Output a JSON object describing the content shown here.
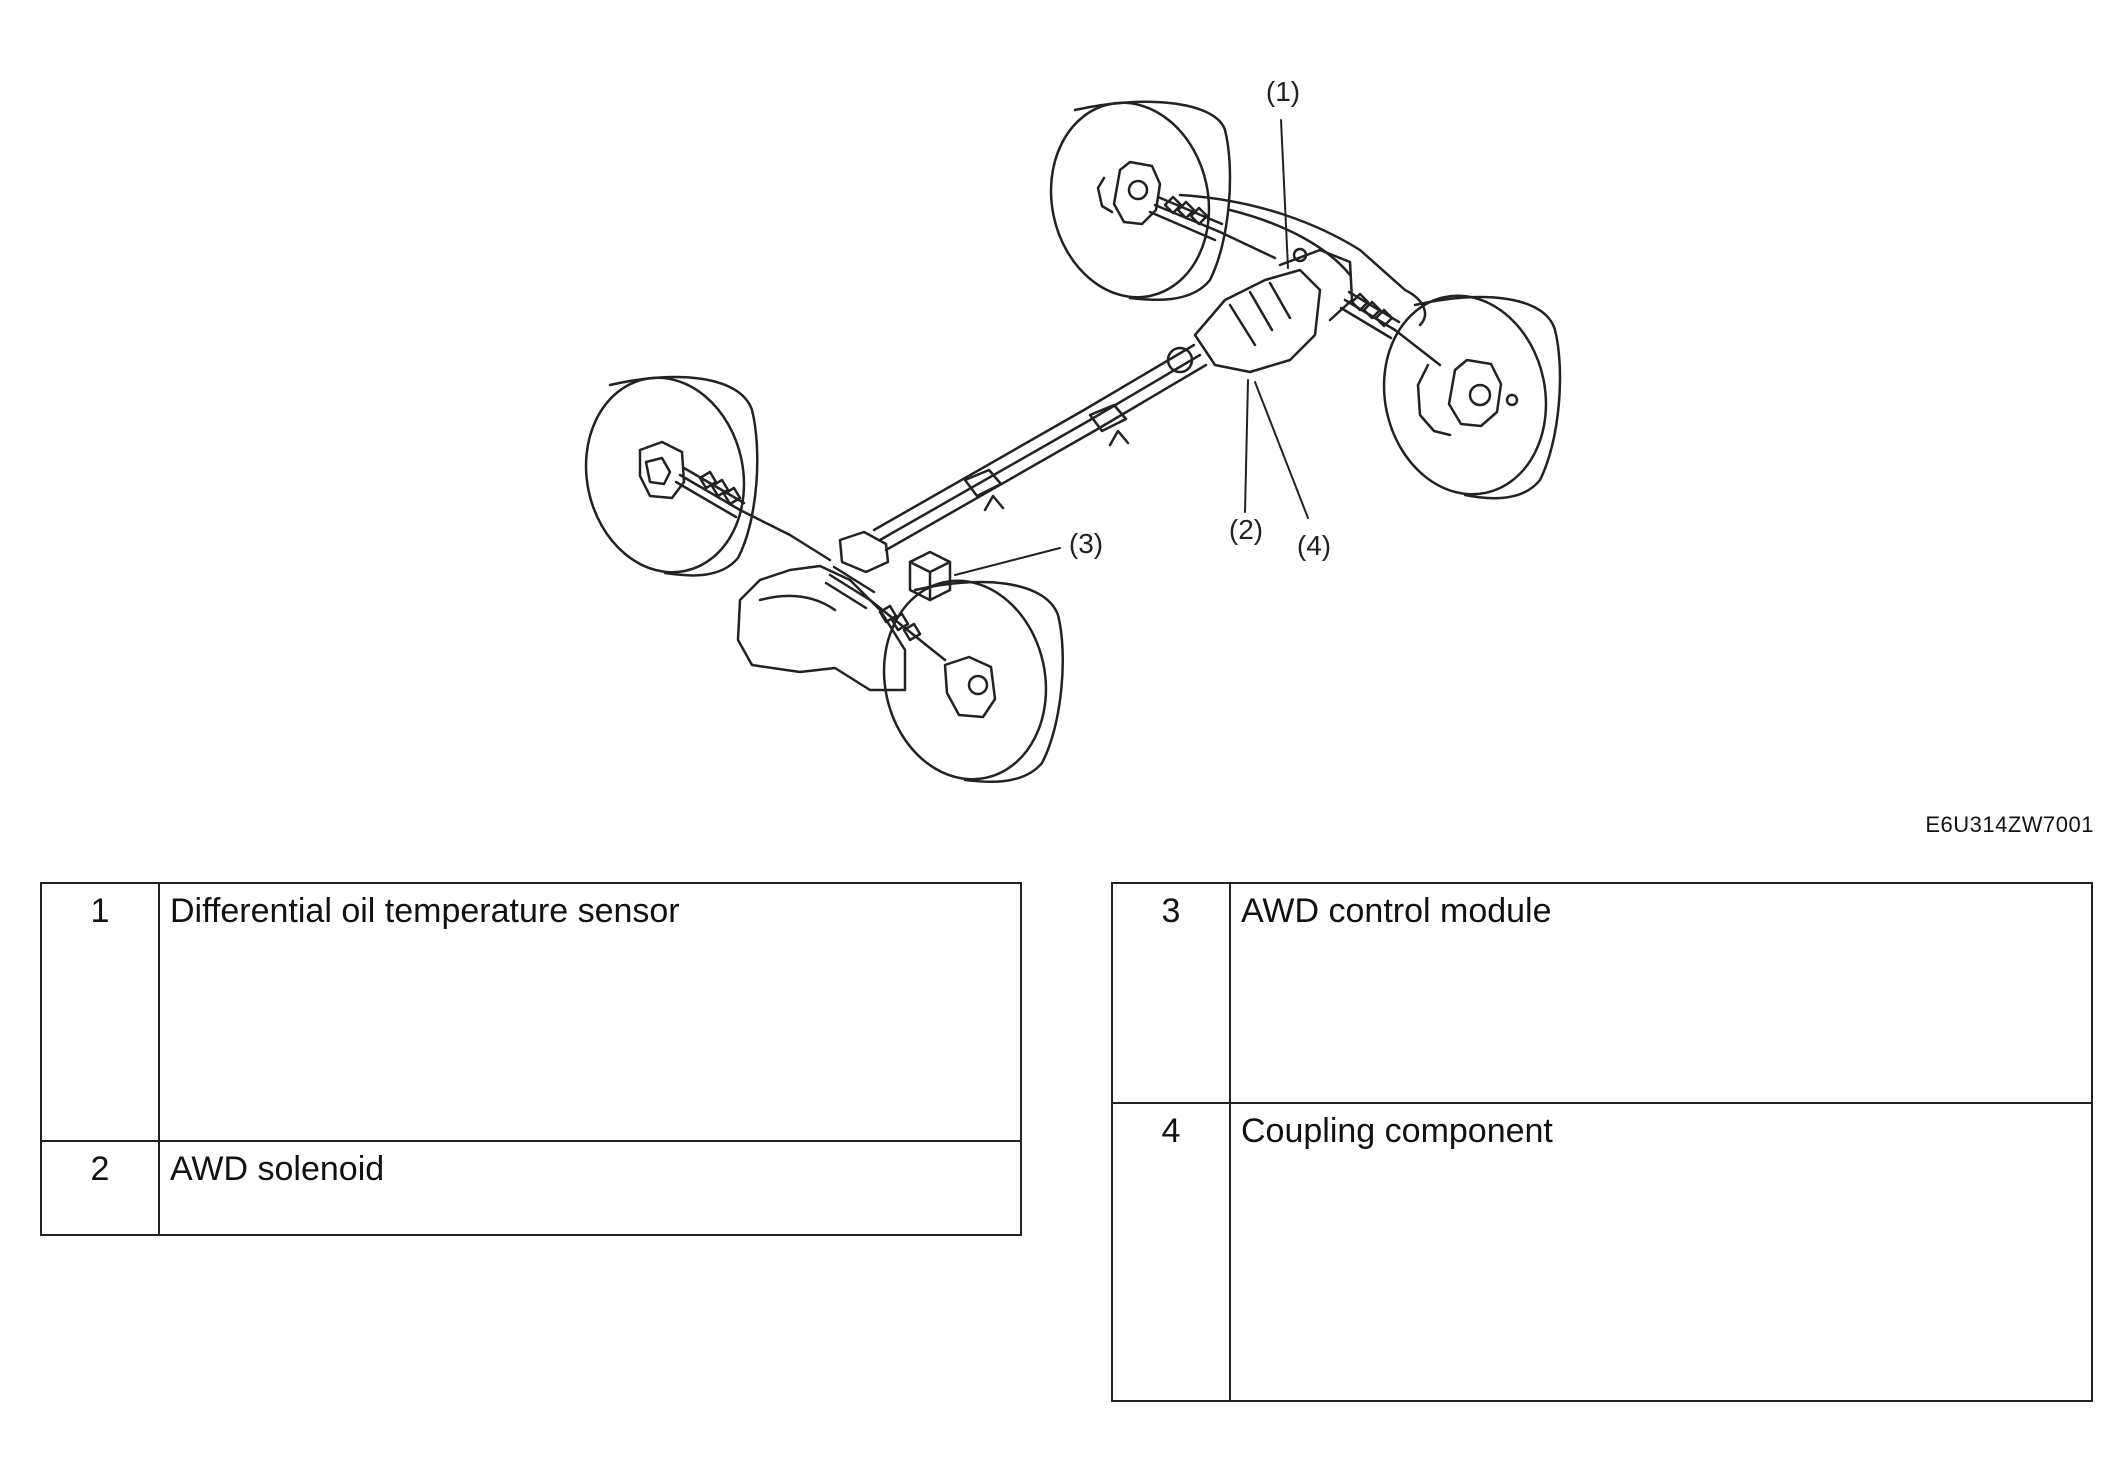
{
  "figure": {
    "code": "E6U314ZW7001",
    "callouts": [
      "1",
      "2",
      "3",
      "4"
    ]
  },
  "legend_left": [
    {
      "num": "1",
      "label": "Differential oil temperature sensor"
    },
    {
      "num": "2",
      "label": "AWD solenoid"
    }
  ],
  "legend_right": [
    {
      "num": "3",
      "label": "AWD control module"
    },
    {
      "num": "4",
      "label": "Coupling component"
    }
  ]
}
